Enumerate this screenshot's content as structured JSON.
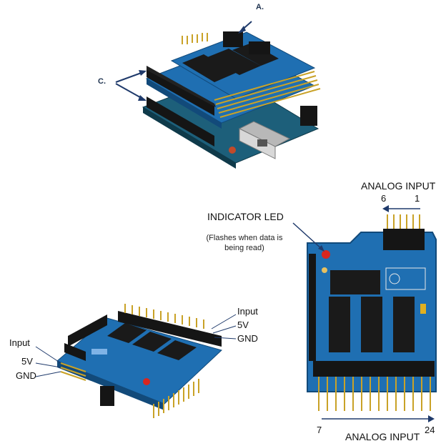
{
  "top_image": {
    "label_a": "A.",
    "label_c": "C."
  },
  "left_image": {
    "left_labels": [
      "Input",
      "5V",
      "GND"
    ],
    "right_labels": [
      "Input",
      "5V",
      "GND"
    ]
  },
  "right_image": {
    "analog_input_top": "ANALOG INPUT",
    "pin_6": "6",
    "pin_1": "1",
    "indicator_led": "INDICATOR LED",
    "indicator_note": "(Flashes when data is being read)",
    "pin_7": "7",
    "pin_24": "24",
    "analog_input_bottom": "ANALOG INPUT"
  },
  "colors": {
    "pcb_blue": "#1f6fb2",
    "pcb_teal": "#1d5f7a",
    "header_black": "#151515",
    "pin_gold": "#c9a227",
    "arrow_navy": "#1f3a6b",
    "led_red": "#d8261f"
  }
}
